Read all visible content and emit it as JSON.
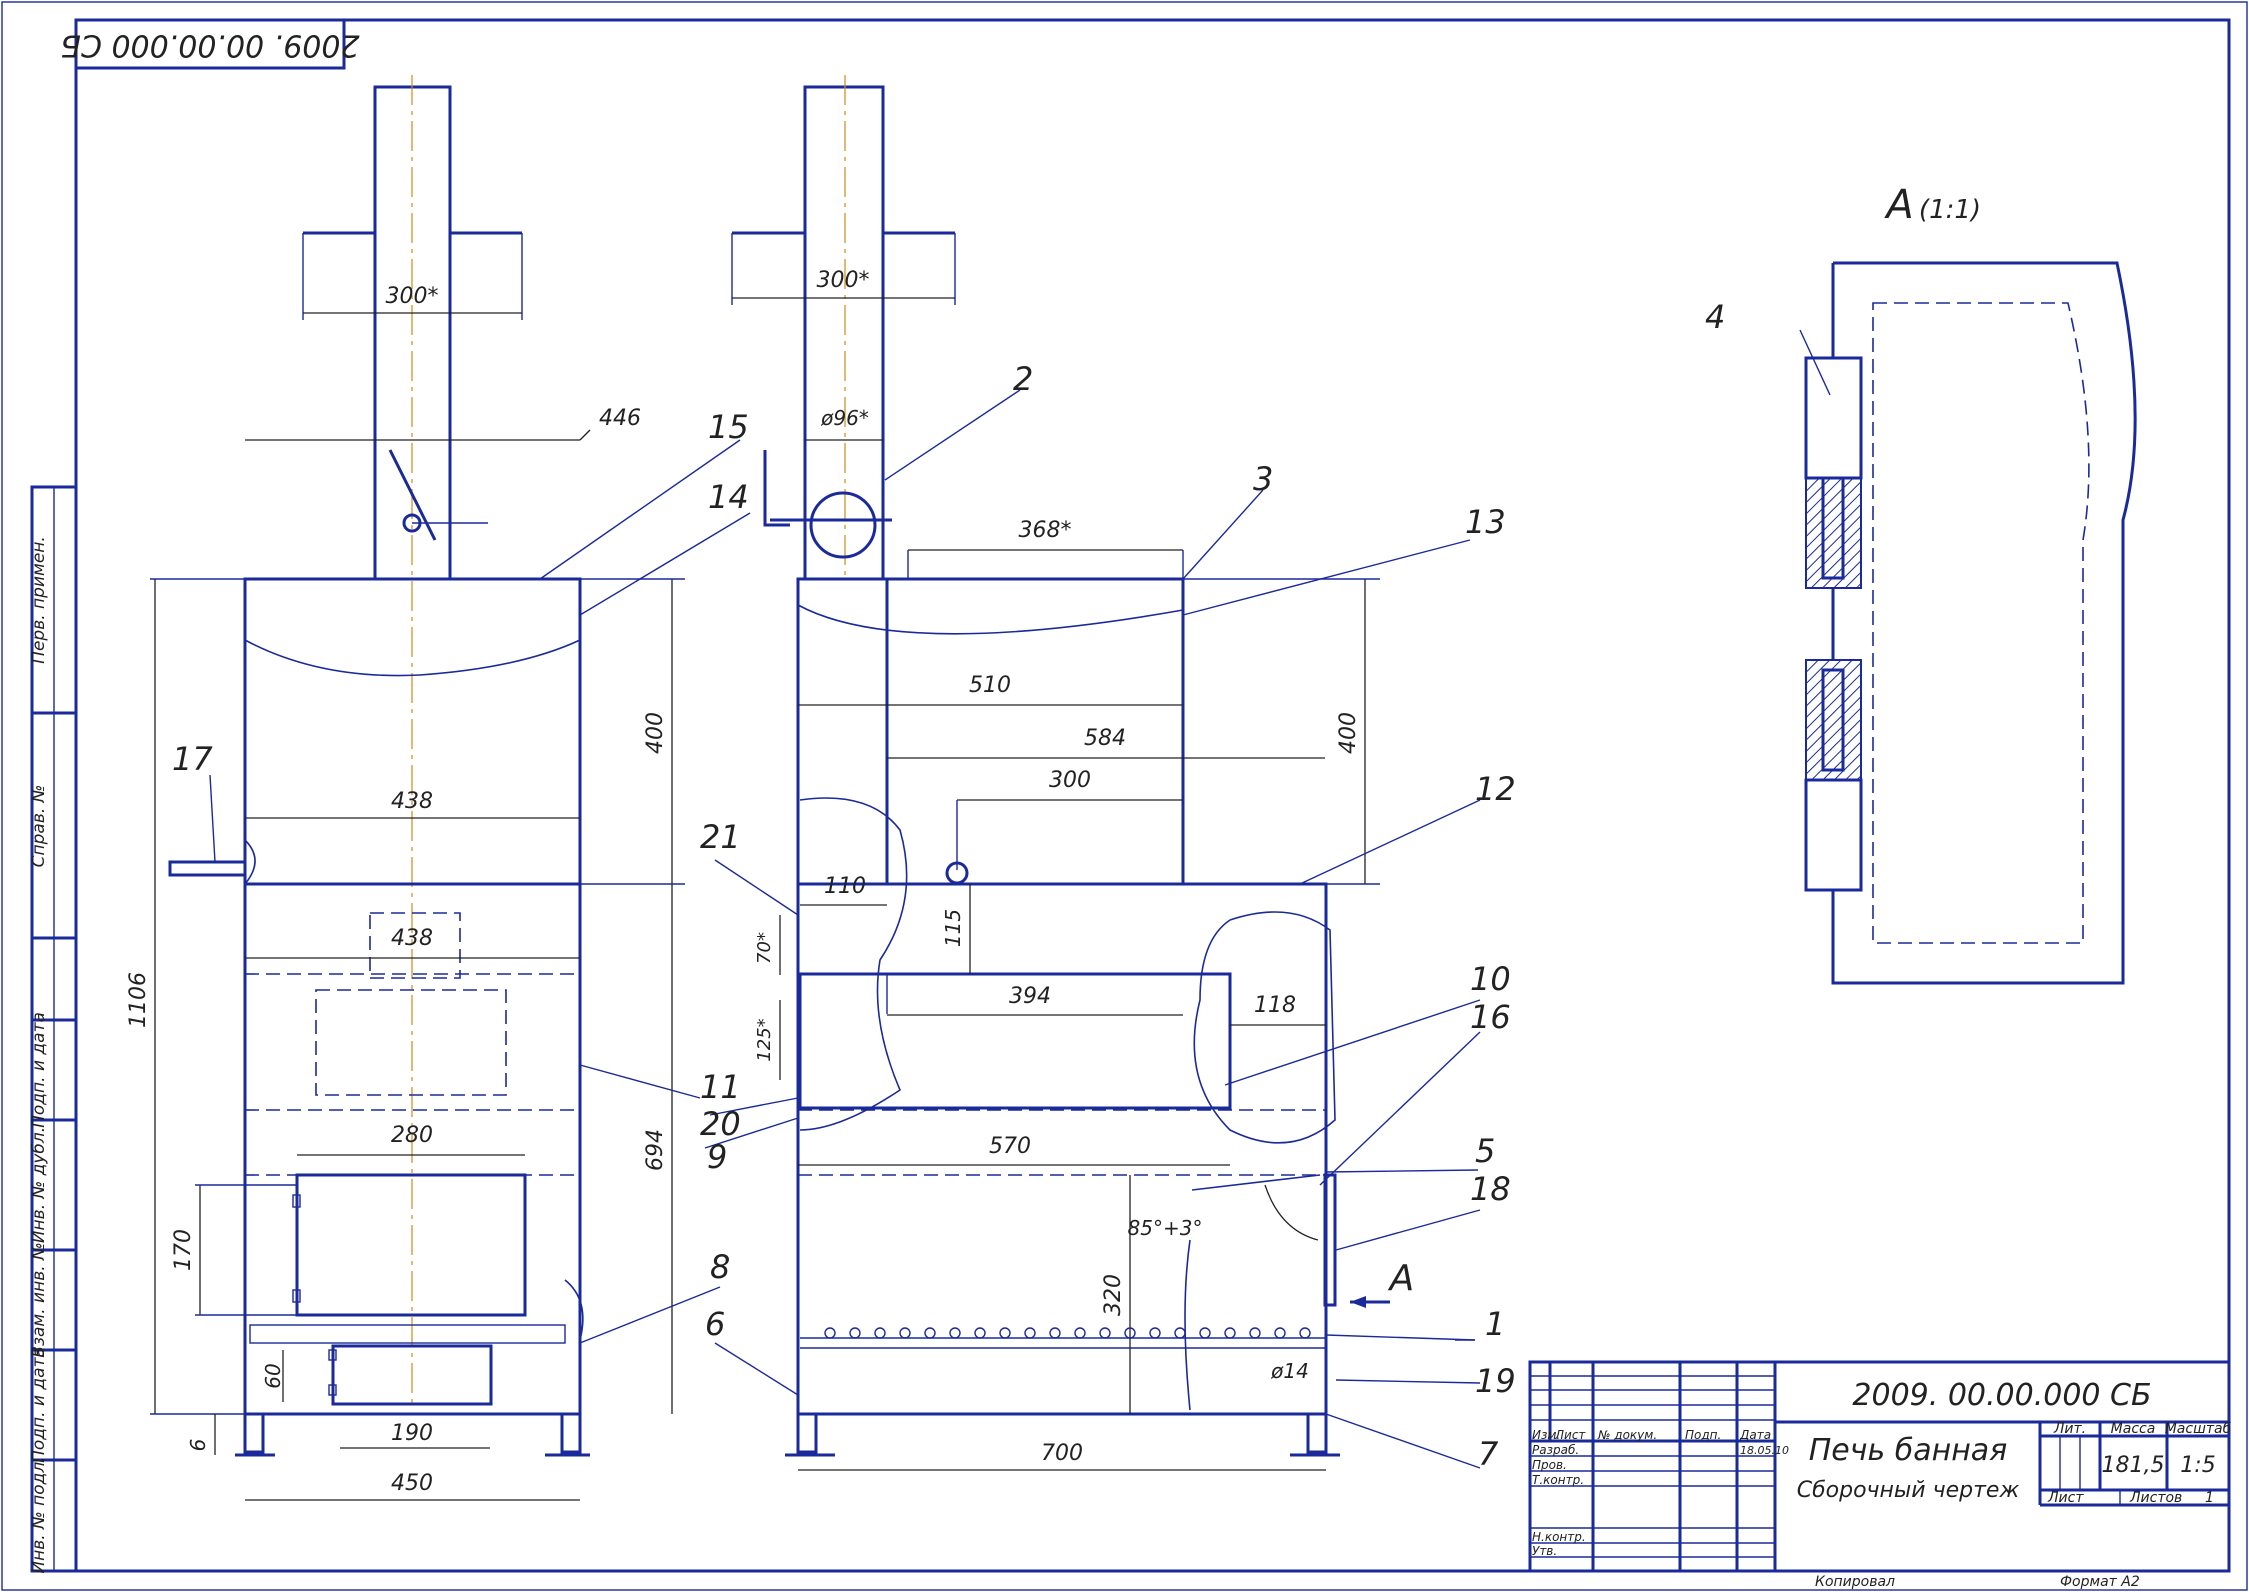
{
  "drawing": {
    "code": "2009. 00.00.000 СБ",
    "code_rotated": "2009. 00.00.000 СБ",
    "title": "Печь банная",
    "subtitle": "Сборочный чертеж",
    "section_label": "А",
    "section_scale": "(1:1)",
    "section_arrow": "А"
  },
  "side_stamp": [
    "Перв. примен.",
    "Справ. №",
    "Подп. и дата",
    "Инв. № дубл.",
    "Взам. инв. №",
    "Подп. и дата",
    "Инв. № подл."
  ],
  "title_block": {
    "rows": [
      "Изм.",
      "Лист",
      "№ докум.",
      "Подп.",
      "Дата"
    ],
    "roles": [
      "Разраб.",
      "Пров.",
      "Т.контр.",
      "Н.контр.",
      "Утв."
    ],
    "date": "18.05.10",
    "lit_label": "Лит.",
    "mass_label": "Масса",
    "scale_label": "Масштаб",
    "mass_value": "181,5",
    "scale_value": "1:5",
    "sheet_label": "Лист",
    "sheets_label": "Листов",
    "sheets_value": "1",
    "copied": "Копировал",
    "format": "Формат  А2"
  },
  "left_view_dims": {
    "d300": "300*",
    "d446": "446",
    "d438_top": "438",
    "d438_mid": "438",
    "d280": "280",
    "d190": "190",
    "d450": "450",
    "d1106": "1106",
    "d400": "400",
    "d694": "694",
    "d170": "170",
    "d60": "60",
    "d6": "6"
  },
  "mid_view_dims": {
    "d300": "300*",
    "d96": "ø96*",
    "d368": "368*",
    "d510": "510",
    "d584": "584",
    "d300b": "300",
    "d400": "400",
    "d110": "110",
    "d115": "115",
    "d70": "70*",
    "d125": "125*",
    "d394": "394",
    "d118": "118",
    "d570": "570",
    "d85": "85°+3°",
    "d320": "320",
    "d14": "ø14",
    "d700": "700"
  },
  "callouts": [
    "1",
    "2",
    "3",
    "4",
    "5",
    "6",
    "7",
    "8",
    "9",
    "10",
    "11",
    "12",
    "13",
    "14",
    "15",
    "16",
    "17",
    "18",
    "19",
    "20",
    "21"
  ]
}
